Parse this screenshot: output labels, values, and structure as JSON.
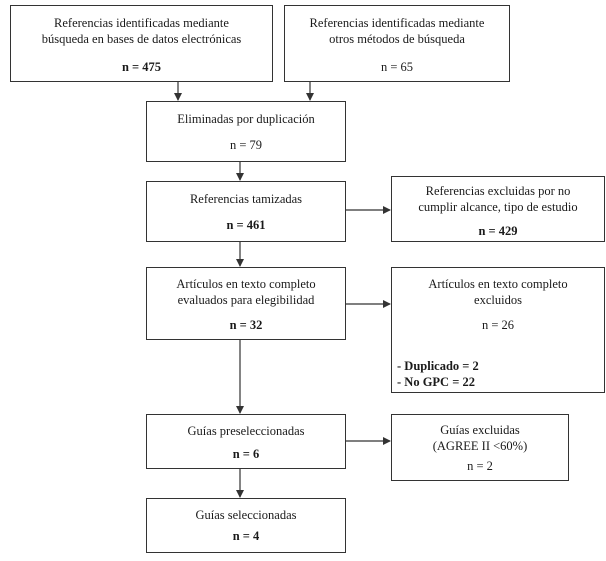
{
  "boxes": {
    "db_search": {
      "l1": "Referencias identificadas mediante",
      "l2": "búsqueda en bases de datos electrónicas",
      "n": "n = 475"
    },
    "other_search": {
      "l1": "Referencias identificadas mediante",
      "l2": "otros métodos de búsqueda",
      "n": "n = 65"
    },
    "duplicates": {
      "l1": "Eliminadas por duplicación",
      "n": "n = 79"
    },
    "screened": {
      "l1": "Referencias tamizadas",
      "n": "n = 461"
    },
    "excluded_scope": {
      "l1": "Referencias excluidas por no",
      "l2": "cumplir alcance, tipo de estudio",
      "n": "n = 429"
    },
    "fulltext": {
      "l1": "Artículos en texto completo",
      "l2": "evaluados para elegibilidad",
      "n": "n = 32"
    },
    "fulltext_excluded": {
      "l1": "Artículos en texto completo",
      "l2": "excluidos",
      "n": "n = 26",
      "r1": "- Duplicado = 2",
      "r2": "- No GPC = 22"
    },
    "preselected": {
      "l1": "Guías preseleccionadas",
      "n": "n = 6"
    },
    "guides_excluded": {
      "l1": "Guías excluidas",
      "l2": "(AGREE II <60%)",
      "n": "n = 2"
    },
    "selected": {
      "l1": "Guías seleccionadas",
      "n": "n = 4"
    }
  }
}
